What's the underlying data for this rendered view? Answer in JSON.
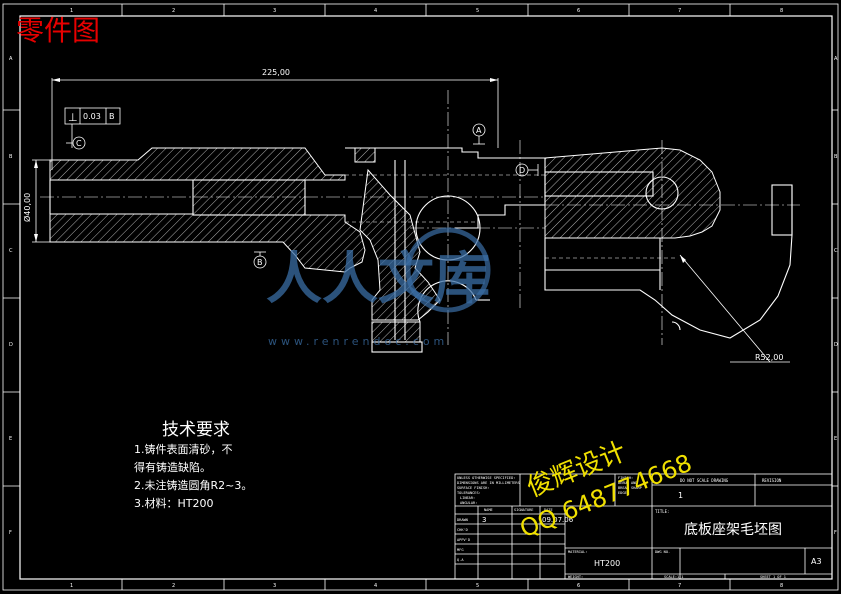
{
  "sheet": {
    "heading": "零件图",
    "border_ticks_top": [
      "1",
      "2",
      "3",
      "4",
      "5",
      "6",
      "7",
      "8"
    ],
    "border_ticks_bottom": [
      "1",
      "2",
      "3",
      "4",
      "5",
      "6",
      "7",
      "8"
    ],
    "border_ticks_side": [
      "A",
      "B",
      "C",
      "D",
      "E",
      "F"
    ]
  },
  "dimensions": {
    "length": "225,00",
    "diameter": "Ø40,00",
    "radius": "R52,00",
    "tolerance_symbol": "⊥",
    "tolerance_value": "0.03",
    "tolerance_datum": "B"
  },
  "datums": {
    "a": "A",
    "b": "B",
    "c": "C",
    "d": "D"
  },
  "tech": {
    "title": "技术要求",
    "line1": "1.铸件表面清砂，不",
    "line2": "得有铸造缺陷。",
    "line3": "2.未注铸造圆角R2~3。",
    "line4": "3.材料：HT200"
  },
  "title_block": {
    "notes1": "UNLESS OTHERWISE SPECIFIED:",
    "notes2": "DIMENSIONS ARE IN MILLIMETERS",
    "notes3": "SURFACE FINISH:",
    "notes4": "TOLERANCES:",
    "notes5": "LINEAR:",
    "notes6": "ANGULAR:",
    "finish1": "FINISH:",
    "finish2": "DEBUR AND",
    "finish3": "BREAK SHARP",
    "finish4": "EDGES",
    "no_scale": "DO NOT SCALE DRAWING",
    "revision": "REVISION",
    "rev_value": "1",
    "title_label": "TITLE:",
    "part_name": "底板座架毛坯图",
    "name_col": "NAME",
    "sig_col": "SIGNATURE",
    "date_col": "DATE",
    "drawn": "DRAWN",
    "drawn_val": "3",
    "date_val": "09.07.06",
    "chkd": "CHK'D",
    "appvd": "APPV'D",
    "mfg": "MFG",
    "qa": "Q.A",
    "material_label": "MATERIAL:",
    "material": "HT200",
    "dwg_no": "DWG NO.",
    "size": "A3",
    "weight": "WEIGHT:",
    "scale": "SCALE:1:1",
    "sheet": "SHEET 1 OF 1"
  },
  "stamp": {
    "designer": "俊辉设计",
    "qq": "QQ 648774668"
  },
  "watermark": {
    "logo": "人人文库",
    "url": "www.renrendoc.com"
  }
}
